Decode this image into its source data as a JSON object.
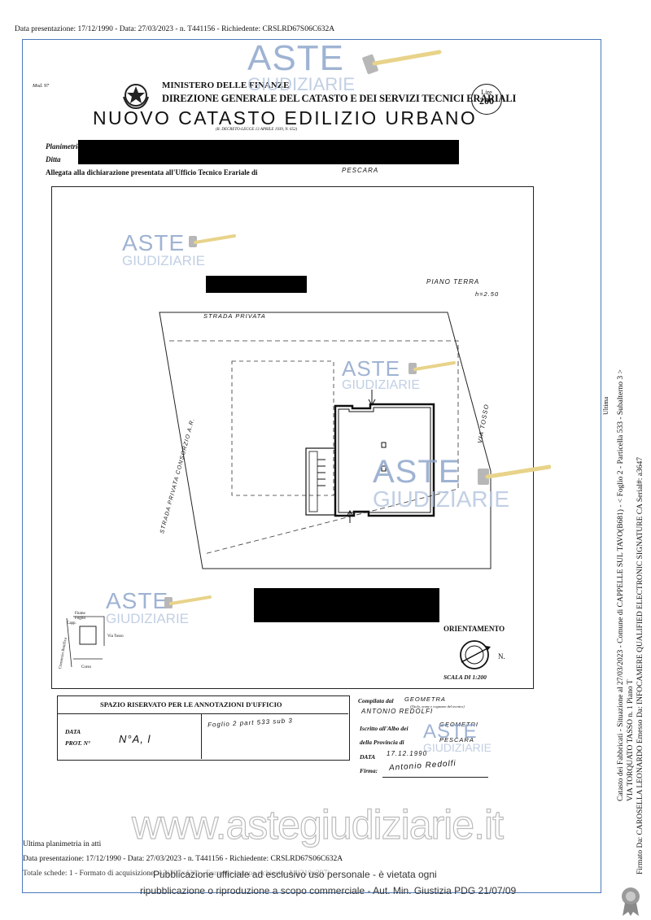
{
  "header": {
    "top_line": "Data presentazione: 17/12/1990 - Data: 27/03/2023 - n. T441156 - Richiedente: CRSLRD67S06C632A"
  },
  "form": {
    "model_code": "Mod. 97",
    "ministry": "MINISTERO DELLE FINANZE",
    "direction": "DIREZIONE GENERALE DEL CATASTO E DEI SERVIZI TECNICI ERARIALI",
    "title": "NUOVO CATASTO EDILIZIO URBANO",
    "decree": "(R. DECRETO-LEGGE 13 APRILE 1939, N. 652)",
    "price_label": "Lire",
    "price_value": "200",
    "planimetria_label": "Planimetria",
    "ditta_label": "Ditta",
    "allegata_label": "Allegata alla dichiarazione presentata all'Ufficio Tecnico Erariale di",
    "allegata_value": "PESCARA"
  },
  "plan": {
    "floor_label": "PIANO TERRA",
    "height_label": "h=2.50",
    "road_top": "STRADA PRIVATA",
    "road_left": "STRADA PRIVATA CONSORZIO A.R.",
    "road_right": "VIA TOSSO",
    "orientation_label": "ORIENTAMENTO",
    "north_label": "N.",
    "scale_label": "SCALA DI 1:200",
    "inset_labels": [
      "Fiume",
      "Foglio",
      "Capp.",
      "Via Tosso",
      "Consorzio Bonifica",
      "Corso"
    ]
  },
  "office": {
    "section_title": "SPAZIO RISERVATO PER LE ANNOTAZIONI D'UFFICIO",
    "data_label": "DATA",
    "prot_label": "PROT. N°",
    "prot_value": "N°A, l",
    "annotation": "Foglio 2 part 533 sub 3"
  },
  "compiler": {
    "compilata_label": "Compilata dal",
    "compilata_value": "GEOMETRA",
    "name_hint": "(Titolo, nome e cognome del tecnico)",
    "name_value": "ANTONIO REDOLFI",
    "iscritto_label": "Iscritto all'Albo dei",
    "iscritto_value": "GEOMETRI",
    "provincia_label": "della Provincia di",
    "provincia_value": "PESCARA",
    "data_label": "DATA",
    "data_value": "17.12.1990",
    "firma_label": "Firma:",
    "firma_value": "Antonio Redolfi"
  },
  "footer": {
    "last_planimetry": "Ultima planimetria in atti",
    "line1": "Data presentazione: 17/12/1990 - Data: 27/03/2023 - n. T441156 - Richiedente: CRSLRD67S06C632A",
    "line2": "Totale schede: 1 - Formato di acquisizione: A3(297x420) - Formato stampa richiesto: A4(210x297)",
    "publication_1": "Pubblicazione ufficiale ad esclusivo uso personale - è vietata ogni",
    "publication_2": "ripubblicazione o riproduzione a scopo commerciale - Aut. Min. Giustizia PDG 21/07/09",
    "website": "www.astegiudiziarie.it"
  },
  "side": {
    "line1": "Catasto dei Fabbricati - Situazione al 27/03/2023 - Comune di CAPPELLE SUL TAVO(B681) - < Foglio 2 - Particella 533 - Subalterno 3 >",
    "line2": "VIA TORQUATO TASSO n. 1 Piano T",
    "line3": "Firmato Da: CAROSELLA LEONARDO Emesso Da: INFOCAMERE QUALIFIED ELECTRONIC SIGNATURE CA Serial#: a3647",
    "small_mark": "Ultima"
  },
  "watermark": {
    "brand_top": "ASTE",
    "brand_bottom": "GIUDIZIARIE"
  }
}
